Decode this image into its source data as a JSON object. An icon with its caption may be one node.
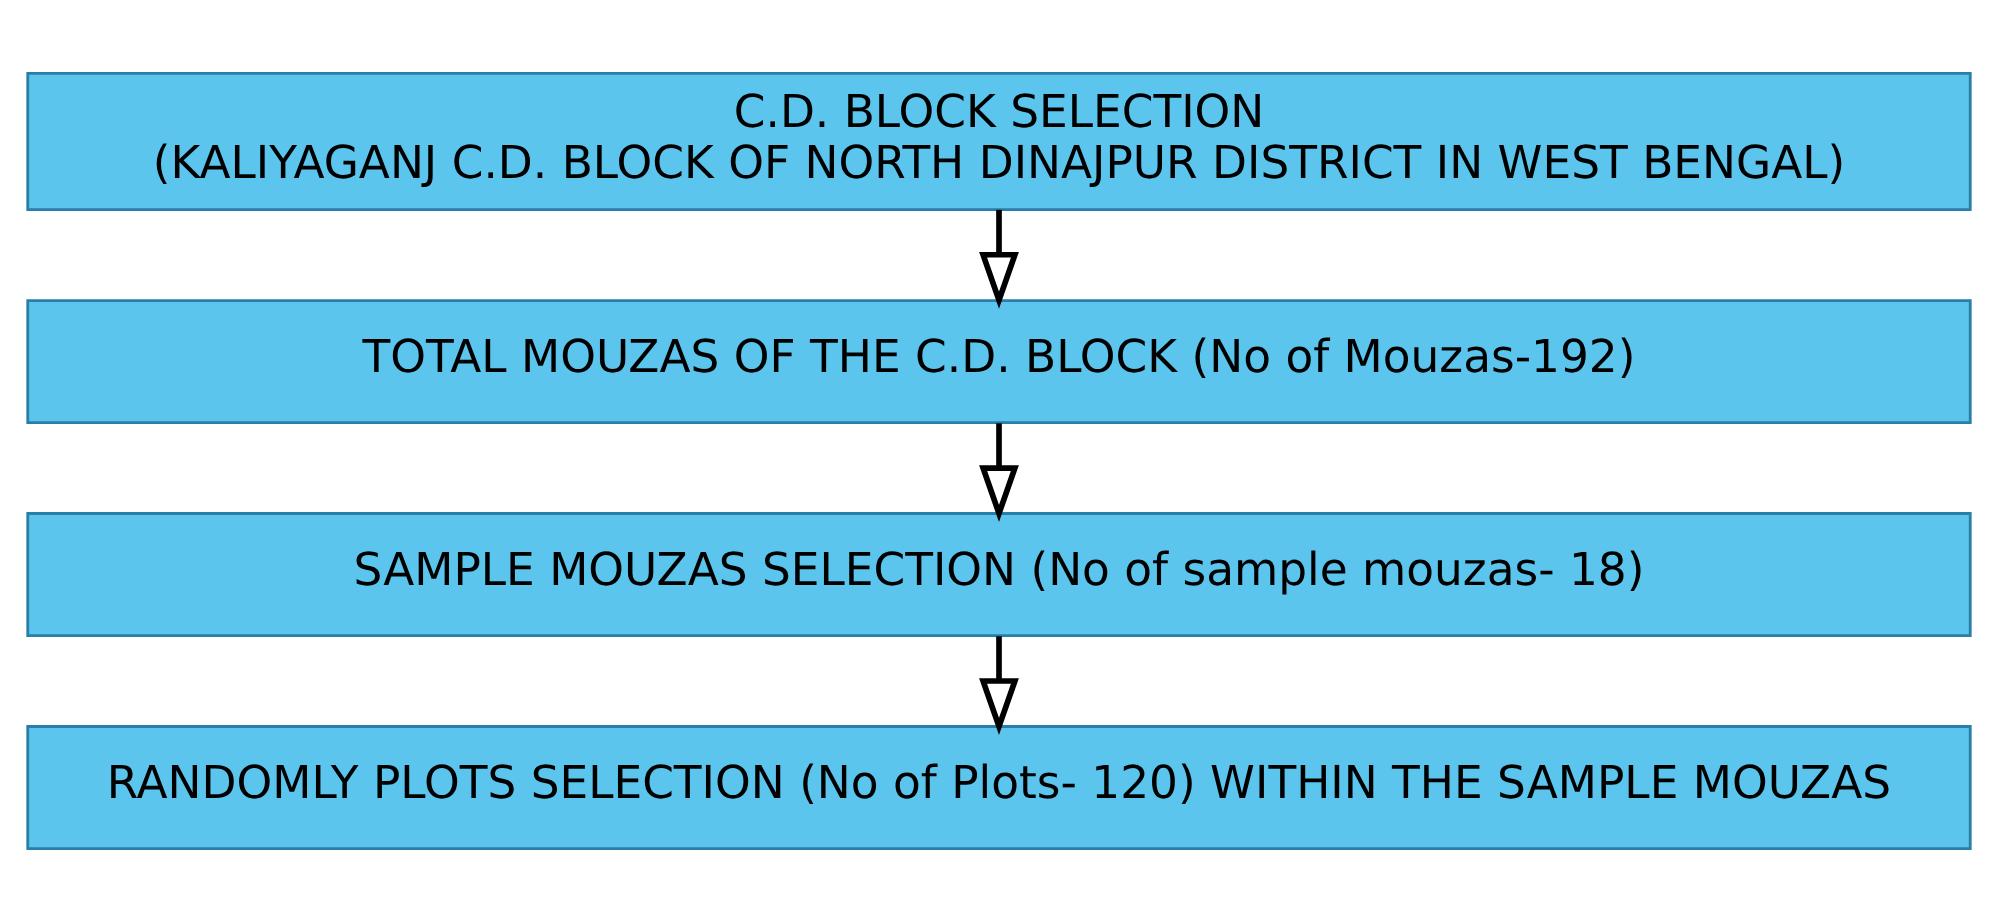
{
  "diagram": {
    "nodes": [
      {
        "text": [
          "C.D. BLOCK SELECTION",
          "(KALIYAGANJ C.D. BLOCK OF NORTH DINAJPUR DISTRICT IN WEST BENGAL)"
        ]
      },
      {
        "text": [
          "TOTAL MOUZAS OF THE C.D. BLOCK (No of Mouzas-192)"
        ]
      },
      {
        "text": [
          "SAMPLE MOUZAS SELECTION (No of sample mouzas- 18)"
        ]
      },
      {
        "text": [
          "RANDOMLY PLOTS SELECTION (No of Plots- 120) WITHIN THE SAMPLE MOUZAS"
        ]
      }
    ],
    "edges": [
      {
        "from": 0,
        "to": 1,
        "arrow": "to"
      },
      {
        "from": 1,
        "to": 2,
        "arrow": "to"
      },
      {
        "from": 2,
        "to": 3,
        "arrow": "to"
      }
    ]
  }
}
